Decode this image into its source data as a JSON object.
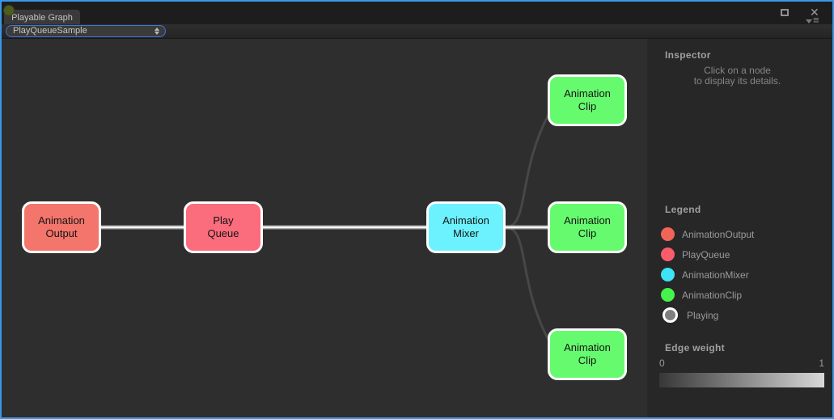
{
  "window": {
    "tab_title": "Playable Graph",
    "close_glyph": "✕",
    "menu_bars_glyph": "≡"
  },
  "toolbar": {
    "graph_selector_value": "PlayQueueSample"
  },
  "graph": {
    "nodes": [
      {
        "id": "animation-output",
        "line1": "Animation",
        "line2": "Output",
        "color": "#f4756b"
      },
      {
        "id": "play-queue",
        "line1": "Play",
        "line2": "Queue",
        "color": "#fb6c7c"
      },
      {
        "id": "animation-mixer",
        "line1": "Animation",
        "line2": "Mixer",
        "color": "#6cf2fe"
      },
      {
        "id": "animation-clip-top",
        "line1": "Animation",
        "line2": "Clip",
        "color": "#66fb6e"
      },
      {
        "id": "animation-clip-middle",
        "line1": "Animation",
        "line2": "Clip",
        "color": "#66fb6e"
      },
      {
        "id": "animation-clip-bottom",
        "line1": "Animation",
        "line2": "Clip",
        "color": "#66fb6e"
      }
    ],
    "edge_colors": {
      "high_weight_edge": "#9e9e9e",
      "high_weight_core": "#f5f5f5",
      "low_weight": "#474747"
    }
  },
  "inspector": {
    "title": "Inspector",
    "hint_line1": "Click on a node",
    "hint_line2": "to display its details."
  },
  "legend": {
    "title": "Legend",
    "items": [
      {
        "label": "AnimationOutput",
        "color": "#f26457"
      },
      {
        "label": "PlayQueue",
        "color": "#fb5c6c"
      },
      {
        "label": "AnimationMixer",
        "color": "#3ee3f6"
      },
      {
        "label": "AnimationClip",
        "color": "#46f24c"
      },
      {
        "label": "Playing",
        "color": "#7f7f7f",
        "ring": true
      }
    ]
  },
  "edge_weight": {
    "title": "Edge weight",
    "min_label": "0",
    "max_label": "1",
    "gradient_from": "#373737",
    "gradient_to": "#d8d8d8"
  }
}
